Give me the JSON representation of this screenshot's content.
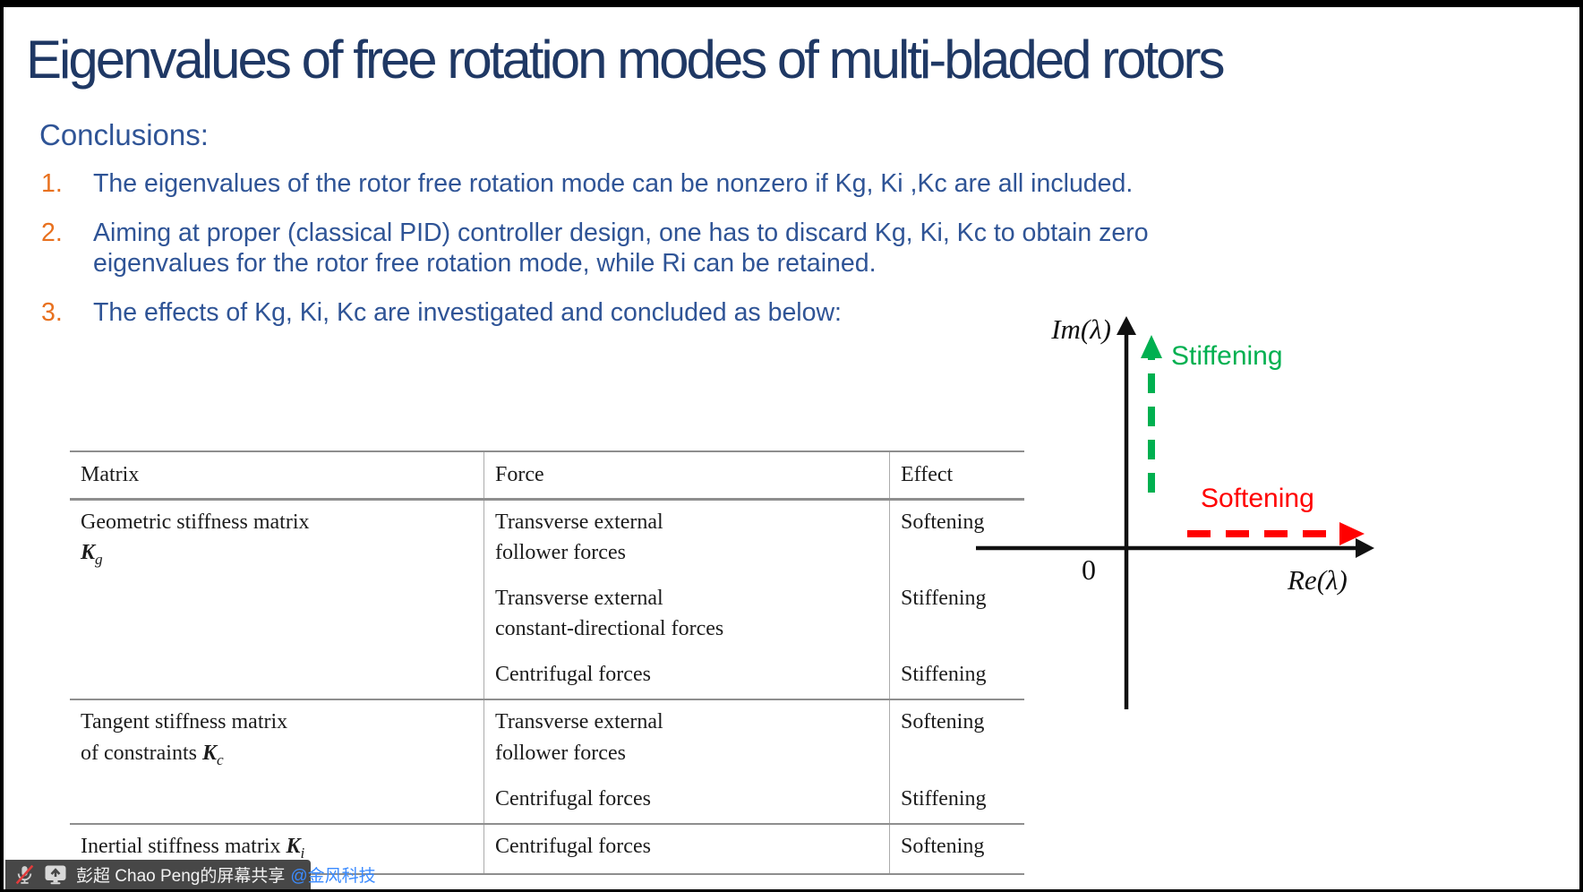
{
  "slide": {
    "title": "Eigenvalues of free rotation modes of multi-bladed rotors",
    "conclusions_heading": "Conclusions:",
    "conclusions": [
      {
        "num": "1.",
        "text": "The eigenvalues of the rotor free rotation mode can be nonzero if Kg, Ki ,Kc are all included."
      },
      {
        "num": "2.",
        "text": "Aiming at proper (classical PID) controller design, one has to discard Kg, Ki, Kc to obtain zero eigenvalues for the rotor free rotation mode, while Ri can be retained."
      },
      {
        "num": "3.",
        "text": "The effects of Kg, Ki, Kc are investigated and concluded as below:"
      }
    ]
  },
  "table": {
    "headers": [
      "Matrix",
      "Force",
      "Effect"
    ],
    "groups": [
      {
        "matrix": [
          {
            "t": "Geometric stiffness matrix"
          },
          {
            "t": "",
            "sym": "K",
            "sub": "g"
          }
        ],
        "rows": [
          {
            "force": [
              "Transverse external",
              "follower forces"
            ],
            "effect": "Softening"
          },
          {
            "force": [
              "Transverse external",
              "constant-directional forces"
            ],
            "effect": "Stiffening"
          },
          {
            "force": [
              "Centrifugal forces"
            ],
            "effect": "Stiffening"
          }
        ]
      },
      {
        "matrix": [
          {
            "t": "Tangent stiffness matrix"
          },
          {
            "t": "of constraints ",
            "sym": "K",
            "sub": "c"
          }
        ],
        "rows": [
          {
            "force": [
              "Transverse external",
              "follower forces"
            ],
            "effect": "Softening"
          },
          {
            "force": [
              "Centrifugal forces"
            ],
            "effect": "Stiffening"
          }
        ]
      },
      {
        "matrix": [
          {
            "t": "Inertial stiffness matrix ",
            "sym": "K",
            "sub": "i"
          }
        ],
        "rows": [
          {
            "force": [
              "Centrifugal forces"
            ],
            "effect": "Softening"
          }
        ]
      }
    ]
  },
  "diagram": {
    "y_axis_label": "Im(λ)",
    "x_axis_label": "Re(λ)",
    "origin_label": "0",
    "stiffening_label": "Stiffening",
    "softening_label": "Softening",
    "stiffening_color": "#00b050",
    "softening_color": "#ff0000"
  },
  "share_bar": {
    "text": "彭超 Chao Peng的屏幕共享",
    "mention": "@金风科技",
    "mention_color": "#3b8bff",
    "bar_color": "#474747"
  },
  "colors": {
    "title": "#1F3864",
    "body": "#2F5496",
    "list_number": "#E8711F",
    "table_rule": "#8e8e8e"
  }
}
